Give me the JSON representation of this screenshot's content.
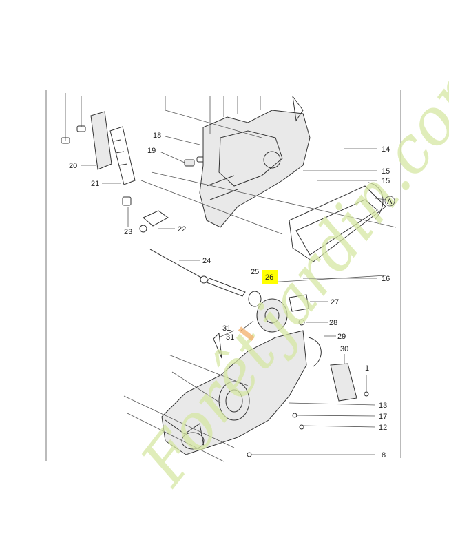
{
  "watermark": {
    "text_a": "Forêt",
    "text_b": "'",
    "text_c": "jardin",
    "text_d": ".com"
  },
  "callouts": {
    "c1": "1",
    "c8": "8",
    "c12": "12",
    "c13": "13",
    "c14": "14",
    "c15a": "15",
    "c15b": "15",
    "c16": "16",
    "c17": "17",
    "c18": "18",
    "c19": "19",
    "c20": "20",
    "c21": "21",
    "c22": "22",
    "c23": "23",
    "c24": "24",
    "c25": "25",
    "c26": "26",
    "c27": "27",
    "c28": "28",
    "c29": "29",
    "c30": "30",
    "c31a": "31",
    "c31b": "31",
    "cA": "A"
  },
  "colors": {
    "highlight": "#ffff00",
    "watermark": "#d6e7a3",
    "accent": "#f3b06a"
  }
}
